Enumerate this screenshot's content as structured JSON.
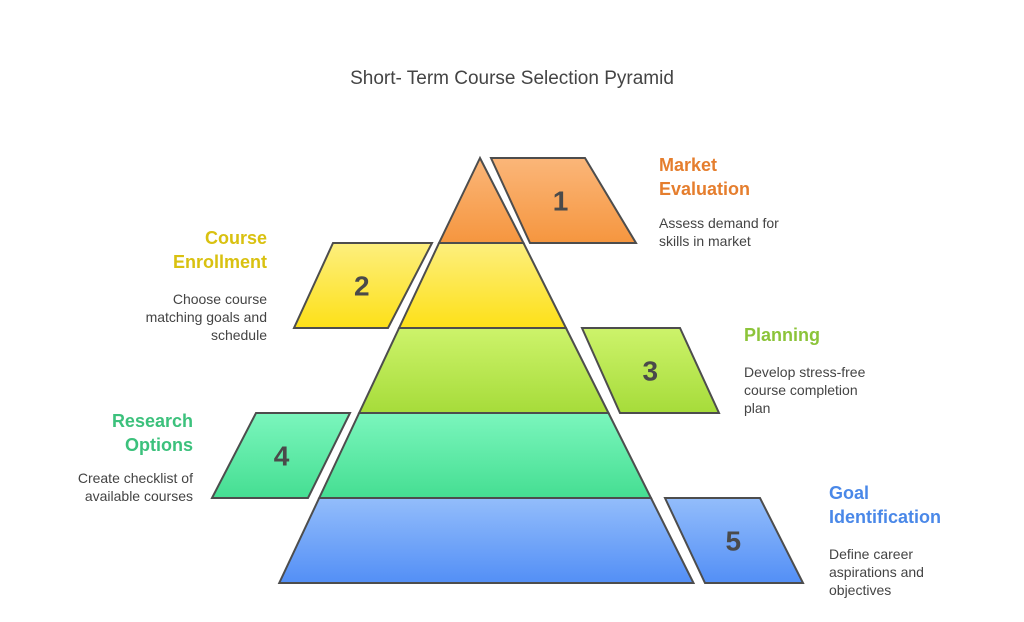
{
  "title": "Short- Term Course Selection Pyramid",
  "levels": [
    {
      "number": "1",
      "heading": "Market Evaluation",
      "heading_lines": [
        "Market",
        "Evaluation"
      ],
      "description_lines": [
        "Assess demand for",
        "skills in market"
      ],
      "color": "#f7a05c",
      "accent": "#e57e2e"
    },
    {
      "number": "2",
      "heading": "Course Enrollment",
      "heading_lines": [
        "Course",
        "Enrollment"
      ],
      "description_lines": [
        "Choose course",
        "matching goals and",
        "schedule"
      ],
      "color": "#fde74a",
      "accent": "#d9c110"
    },
    {
      "number": "3",
      "heading": "Planning",
      "heading_lines": [
        "Planning"
      ],
      "description_lines": [
        "Develop stress-free",
        "course completion",
        "plan"
      ],
      "color": "#b8e553",
      "accent": "#8cc43a"
    },
    {
      "number": "4",
      "heading": "Research Options",
      "heading_lines": [
        "Research",
        "Options"
      ],
      "description_lines": [
        "Create checklist of",
        "available courses"
      ],
      "color": "#5ee6a2",
      "accent": "#3cc17c"
    },
    {
      "number": "5",
      "heading": "Goal Identification",
      "heading_lines": [
        "Goal",
        "Identification"
      ],
      "description_lines": [
        "Define career",
        "aspirations and",
        "objectives"
      ],
      "color": "#6ea6f8",
      "accent": "#4a88e8"
    }
  ]
}
